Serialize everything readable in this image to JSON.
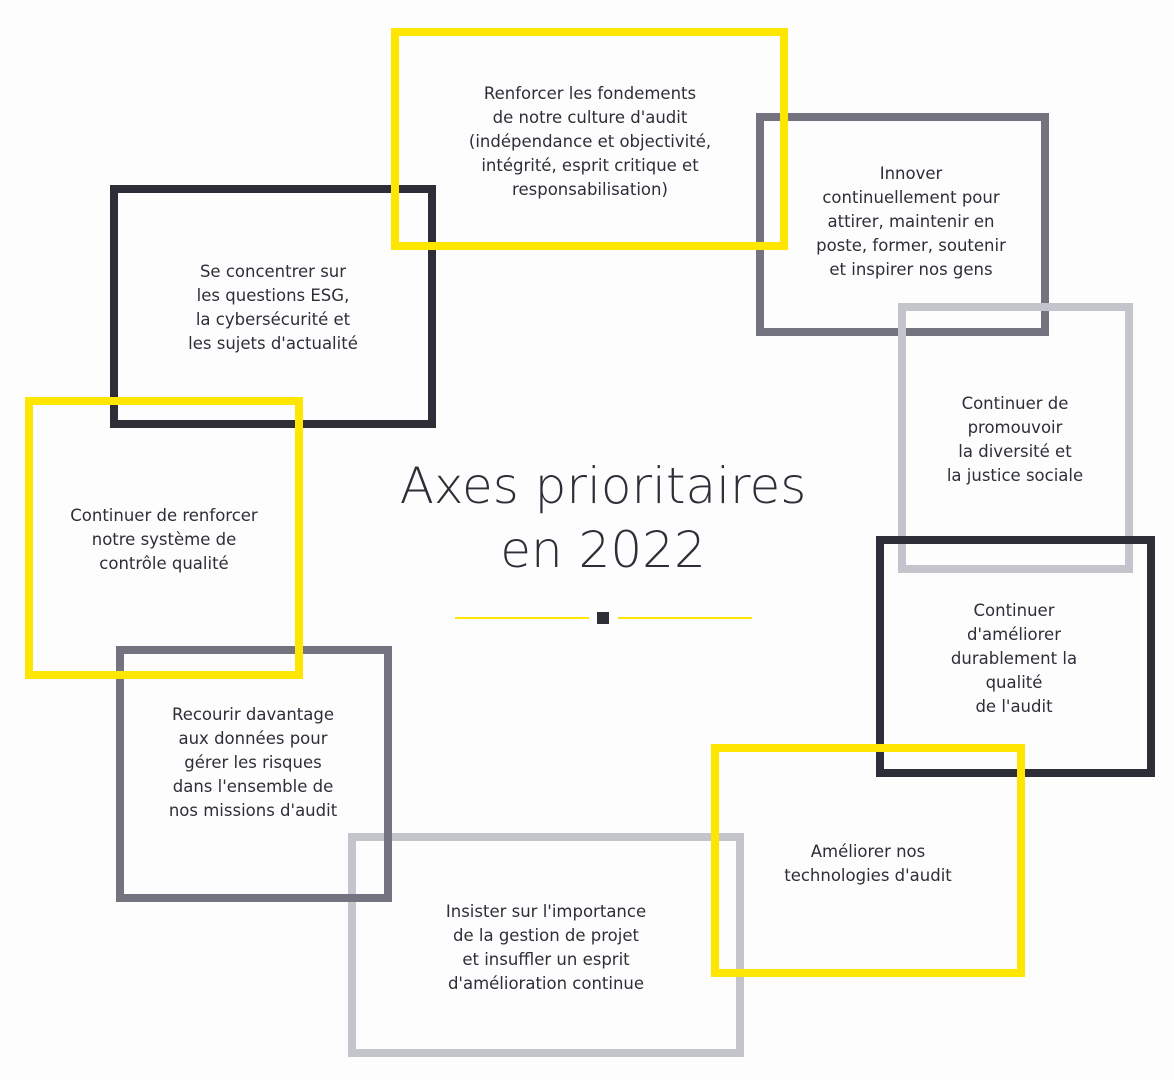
{
  "title": "Axes prioritaires\nen 2022",
  "colors": {
    "yellow": "#ffe600",
    "dark": "#2e2e38",
    "mid": "#747480",
    "light": "#c4c4cd"
  },
  "priorities": [
    {
      "text": "Renforcer les fondements\nde notre culture d'audit\n(indépendance et objectivité,\nintégrité, esprit critique et\nresponsabilisation)"
    },
    {
      "text": "Innover\ncontinuellement pour\nattirer, maintenir en\nposte, former, soutenir\net inspirer nos gens"
    },
    {
      "text": "Continuer de\npromouvoir\nla diversité et\nla justice sociale"
    },
    {
      "text": "Continuer d'améliorer\ndurablement la qualité\nde l'audit"
    },
    {
      "text": "Améliorer nos\ntechnologies d'audit"
    },
    {
      "text": "Insister sur l'importance\nde la gestion de projet\net insuffler un esprit\nd'amélioration continue"
    },
    {
      "text": "Recourir davantage\naux données pour\ngérer les risques\ndans l'ensemble de\nnos missions d'audit"
    },
    {
      "text": "Continuer de renforcer\nnotre système de\ncontrôle qualité"
    },
    {
      "text": "Se concentrer sur\nles questions ESG,\nla cybersécurité et\nles sujets d'actualité"
    }
  ]
}
